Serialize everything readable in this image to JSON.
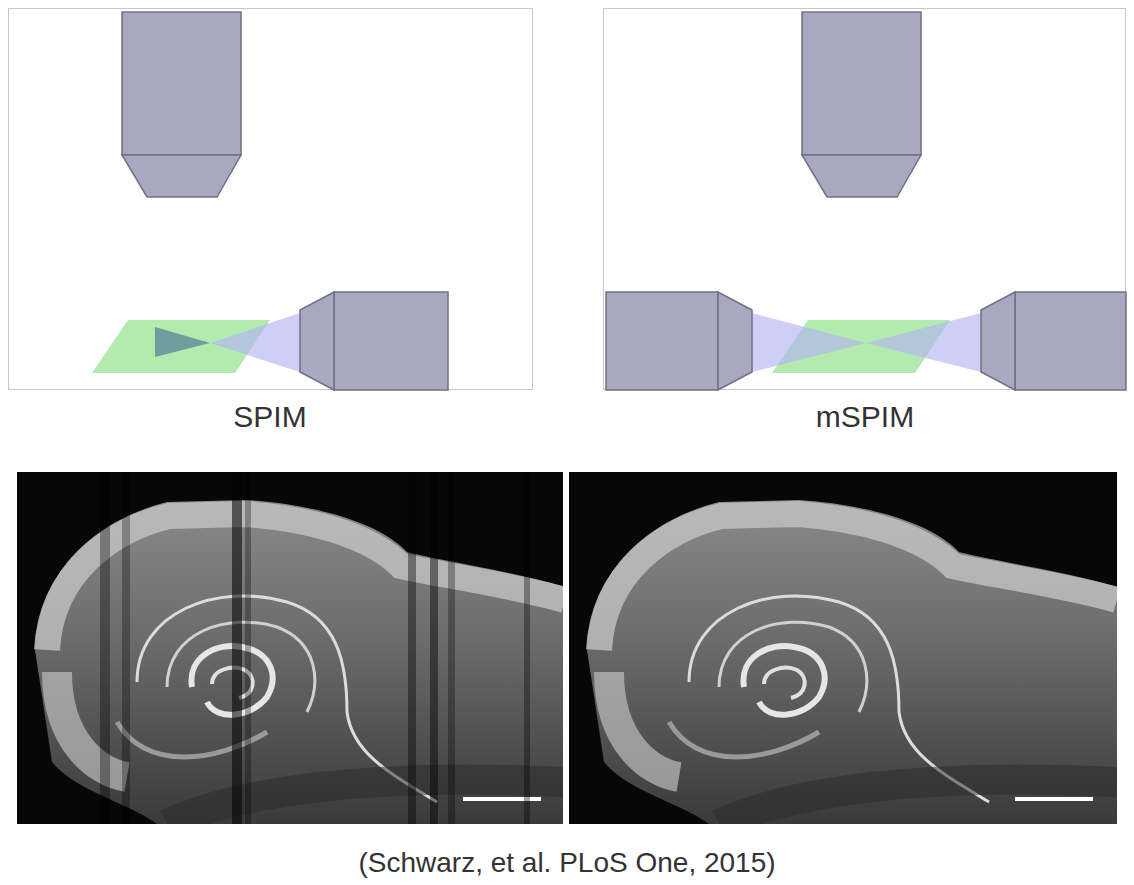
{
  "diagram": {
    "caption": "(Schwarz, et al. PLoS One, 2015)",
    "labels": [
      "SPIM",
      "mSPIM"
    ]
  }
}
